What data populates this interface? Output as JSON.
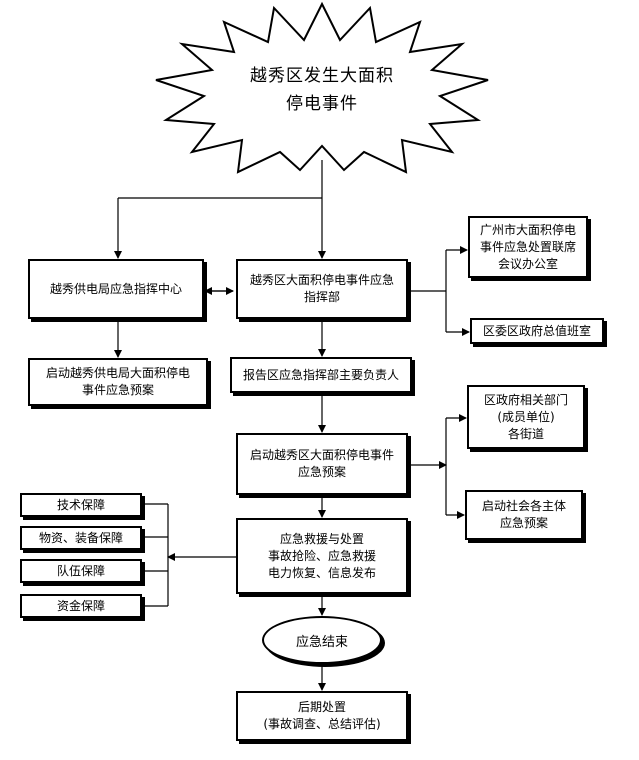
{
  "event": {
    "line1": "越秀区发生大面积",
    "line2": "停电事件"
  },
  "power_center": "越秀供电局应急指挥中心",
  "command": {
    "line1": "越秀区大面积停电事件应急",
    "line2": "指挥部"
  },
  "gz_office": {
    "line1": "广州市大面积停电",
    "line2": "事件应急处置联席",
    "line3": "会议办公室"
  },
  "duty_room": "区委区政府总值班室",
  "power_plan": {
    "line1": "启动越秀供电局大面积停电",
    "line2": "事件应急预案"
  },
  "report": "报告区应急指挥部主要负责人",
  "depts": {
    "line1": "区政府相关部门",
    "line2": "(成员单位)",
    "line3": "各街道"
  },
  "start_plan": {
    "line1": "启动越秀区大面积停电事件",
    "line2": "应急预案"
  },
  "social": {
    "line1": "启动社会各主体",
    "line2": "应急预案"
  },
  "support": {
    "tech": "技术保障",
    "material": "物资、装备保障",
    "team": "队伍保障",
    "fund": "资金保障"
  },
  "rescue": {
    "line1": "应急救援与处置",
    "line2": "事故抢险、应急救援",
    "line3": "电力恢复、信息发布"
  },
  "end": "应急结束",
  "after": {
    "line1": "后期处置",
    "line2": "(事故调查、总结评估)"
  }
}
